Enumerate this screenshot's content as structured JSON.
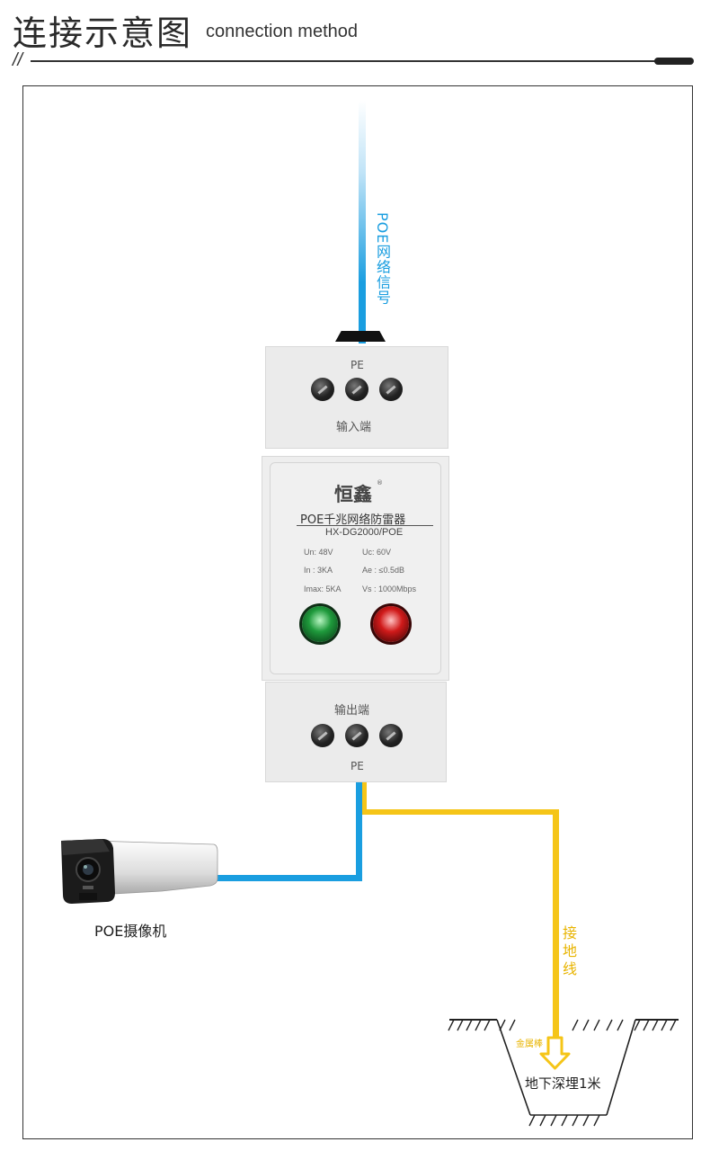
{
  "header": {
    "title_zh": "连接示意图",
    "title_en": "connection method",
    "slashes": "//"
  },
  "labels": {
    "signal": "POE网络信号",
    "input_pe": "PE",
    "input_port": "输入端",
    "brand": "恒鑫",
    "product_name": "POE千兆网络防雷器",
    "model": "HX-DG2000/POE",
    "output_port": "输出端",
    "output_pe": "PE",
    "camera": "POE摄像机",
    "ground_wire": "接地线",
    "metal_rod": "金属棒",
    "depth": "地下深埋1米"
  },
  "specs": {
    "un": "Un: 48V",
    "uc": "Uc: 60V",
    "in": "In : 3KA",
    "ae": "Ae : ≤0.5dB",
    "imax": "Imax: 5KA",
    "vs": "Vs : 1000Mbps"
  },
  "colors": {
    "signal_wire": "#1a9ee0",
    "ground_wire": "#f5c518",
    "led_green": "#1f9a3c",
    "led_red": "#d01a1a"
  }
}
